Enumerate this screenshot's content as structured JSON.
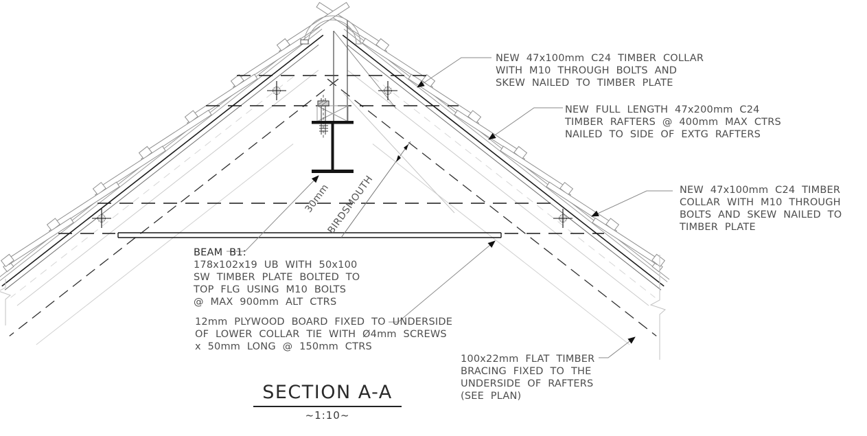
{
  "drawing": {
    "title": "SECTION A-A",
    "scale": "~1:10~",
    "annotations": {
      "collar_top": "NEW 47x100mm C24 TIMBER COLLAR\nWITH M10 THROUGH BOLTS AND\nSKEW NAILED TO TIMBER PLATE",
      "rafters": "NEW FULL LENGTH 47x200mm C24\nTIMBER RAFTERS @ 400mm MAX CTRS\nNAILED TO SIDE OF EXTG RAFTERS",
      "collar_right": "NEW 47x100mm C24 TIMBER\nCOLLAR WITH M10 THROUGH\nBOLTS AND SKEW NAILED TO\nTIMBER PLATE",
      "beam_title": "BEAM B1:",
      "beam_body": "178x102x19 UB WITH 50x100\nSW TIMBER PLATE BOLTED TO\nTOP FLG USING M10 BOLTS\n@ MAX 900mm ALT CTRS",
      "plywood": "12mm PLYWOOD BOARD FIXED TO UNDERSIDE\nOF LOWER COLLAR TIE WITH Ø4mm SCREWS\nx 50mm LONG @ 150mm CTRS",
      "bracing": "100x22mm FLAT TIMBER\nBRACING FIXED TO THE\nUNDERSIDE OF RAFTERS\n(SEE PLAN)",
      "birdsmouth_dim": "30mm",
      "birdsmouth_label": "BIRDSMOUTH"
    },
    "colors": {
      "line_dark": "#1c1c1c",
      "line_medium": "#8a8a8a",
      "line_light": "#cccccc",
      "text": "#4d4d4d",
      "background": "#ffffff"
    }
  }
}
